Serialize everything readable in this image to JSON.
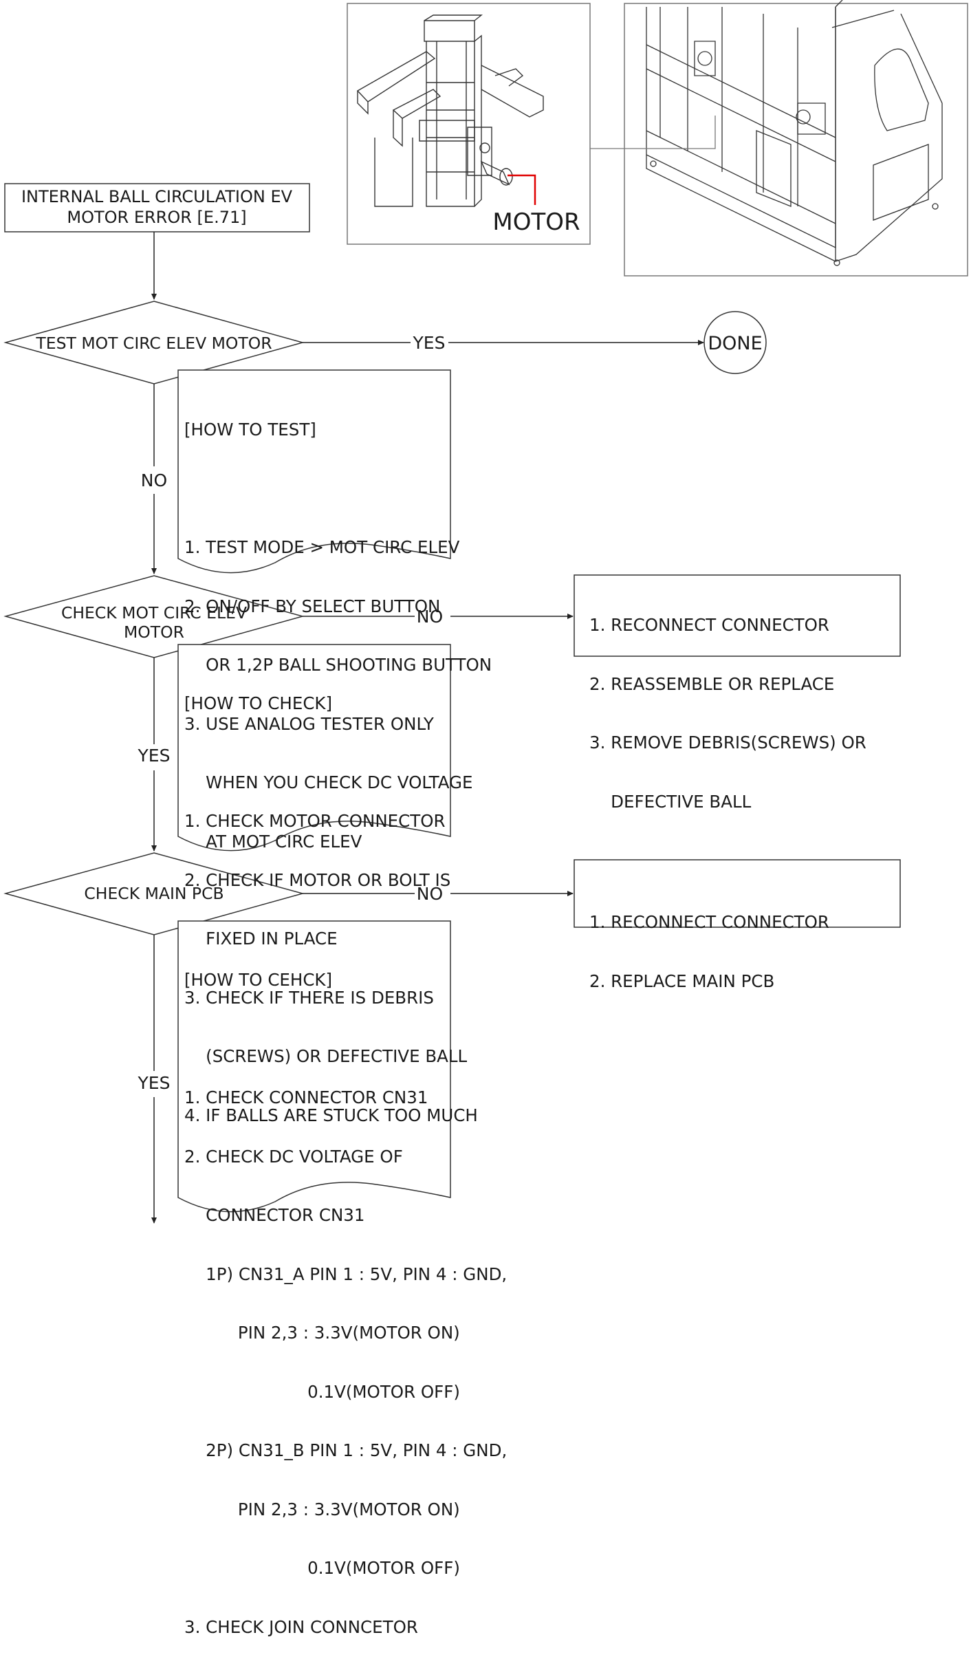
{
  "start_box": {
    "line1": "INTERNAL BALL CIRCULATION EV",
    "line2": "MOTOR ERROR [E.71]"
  },
  "photo": {
    "motor_label": "MOTOR"
  },
  "decision1": {
    "label": "TEST MOT CIRC ELEV MOTOR",
    "yes_label": "YES",
    "no_label": "NO",
    "done_label": "DONE",
    "note": [
      "[HOW TO TEST]",
      "",
      "1. TEST MODE > MOT CIRC ELEV",
      "2. ON/OFF BY SELECT BUTTON",
      "    OR 1,2P BALL SHOOTING BUTTON",
      "3. USE ANALOG TESTER ONLY",
      "    WHEN YOU CHECK DC VOLTAGE",
      "    AT MOT CIRC ELEV"
    ]
  },
  "decision2": {
    "line1": "CHECK MOT CIRC ELEV",
    "line2": "MOTOR",
    "no_label": "NO",
    "yes_label": "YES",
    "action": [
      "1. RECONNECT CONNECTOR",
      "2. REASSEMBLE OR REPLACE",
      "3. REMOVE DEBRIS(SCREWS) OR",
      "    DEFECTIVE BALL"
    ],
    "note": [
      "[HOW TO CHECK]",
      "",
      "1. CHECK MOTOR CONNECTOR",
      "2. CHECK IF MOTOR OR BOLT IS",
      "    FIXED IN PLACE",
      "3. CHECK IF THERE IS DEBRIS",
      "    (SCREWS) OR DEFECTIVE BALL",
      "4. IF BALLS ARE STUCK TOO MUCH"
    ]
  },
  "decision3": {
    "label": "CHECK MAIN PCB",
    "no_label": "NO",
    "yes_label": "YES",
    "action": [
      "1. RECONNECT CONNECTOR",
      "2. REPLACE MAIN PCB"
    ],
    "note": [
      "[HOW TO CEHCK]",
      "",
      "1. CHECK CONNECTOR CN31",
      "2. CHECK DC VOLTAGE OF",
      "    CONNECTOR CN31",
      "    1P) CN31_A PIN 1 : 5V, PIN 4 : GND,",
      "          PIN 2,3 : 3.3V(MOTOR ON)",
      "                       0.1V(MOTOR OFF)",
      "    2P) CN31_B PIN 1 : 5V, PIN 4 : GND,",
      "          PIN 2,3 : 3.3V(MOTOR ON)",
      "                       0.1V(MOTOR OFF)",
      "3. CHECK JOIN CONNCETOR"
    ]
  }
}
